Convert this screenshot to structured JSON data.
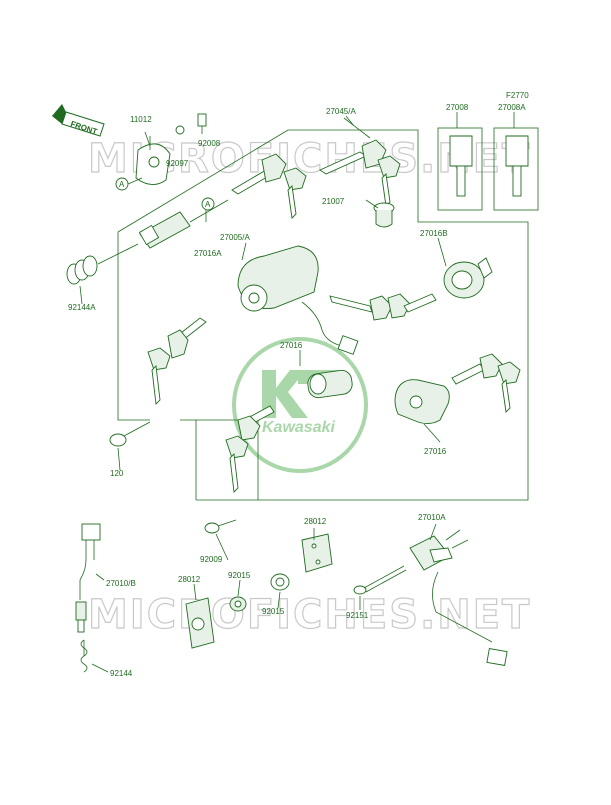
{
  "colors": {
    "line": "#1f6b1f",
    "watermark": "#c9c9c9",
    "logo": "#a9d7a9",
    "background": "#ffffff"
  },
  "figure_id": "F2770",
  "watermarks": {
    "top": "MICROFICHES.NET",
    "bottom": "MICROFICHES.NET"
  },
  "logo": {
    "text": "Kawasaki",
    "icon": "kawasaki-logo-icon"
  },
  "front_tag": "FRONT",
  "callouts": {
    "a1": "A",
    "a2": "A"
  },
  "parts": {
    "p11012": "11012",
    "p92008": "92008",
    "p92097": "92097",
    "p27045A": "27045/A",
    "p27008": "27008",
    "p27008A": "27008A",
    "p21007": "21007",
    "p27005A": "27005/A",
    "p27016A": "27016A",
    "p27016B": "27016B",
    "p92144A": "92144A",
    "p27016_top": "27016",
    "p27016_right": "27016",
    "p120": "120",
    "p28012_right": "28012",
    "p27010A": "27010A",
    "p92009": "92009",
    "p27010B": "27010/B",
    "p28012_left": "28012",
    "p92015_top": "92015",
    "p92015_bottom": "92015",
    "p92151": "92151",
    "p92144": "92144"
  }
}
